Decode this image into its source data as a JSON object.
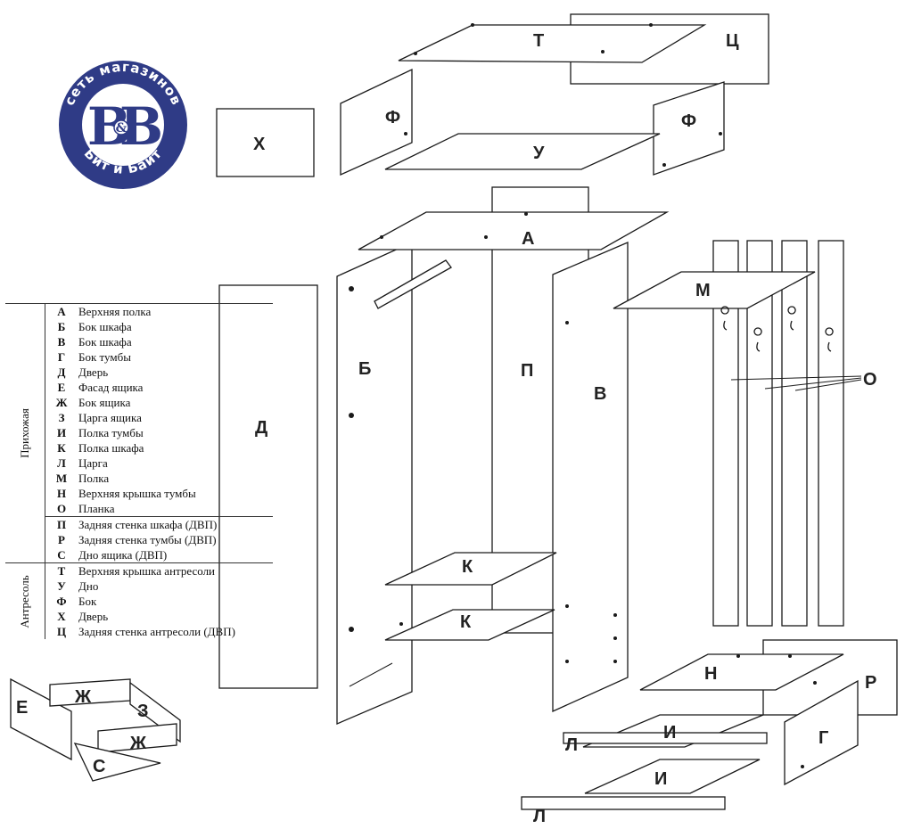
{
  "logo": {
    "ring_text": "сеть магазинов",
    "ring_text_bottom": "Бит и Байт",
    "initials": "B&B",
    "amp": "&",
    "color": "#2f3b86"
  },
  "part_labels": {
    "T": "Т",
    "C": "Ц",
    "F": "Ф",
    "X": "Х",
    "U": "У",
    "A": "А",
    "P": "П",
    "B": "Б",
    "V": "В",
    "D": "Д",
    "M": "М",
    "O": "О",
    "K": "К",
    "N": "Н",
    "R": "Р",
    "G": "Г",
    "I": "И",
    "L": "Л",
    "E": "Е",
    "ZH": "Ж",
    "Z": "З",
    "S": "С"
  },
  "legend": {
    "groups": [
      {
        "name": "Прихожая",
        "sections": [
          [
            {
              "code": "А",
              "name": "Верхняя полка"
            },
            {
              "code": "Б",
              "name": "Бок шкафа"
            },
            {
              "code": "В",
              "name": "Бок шкафа"
            },
            {
              "code": "Г",
              "name": "Бок тумбы"
            },
            {
              "code": "Д",
              "name": "Дверь"
            },
            {
              "code": "Е",
              "name": "Фасад ящика"
            },
            {
              "code": "Ж",
              "name": "Бок ящика"
            },
            {
              "code": "З",
              "name": "Царга ящика"
            },
            {
              "code": "И",
              "name": "Полка тумбы"
            },
            {
              "code": "К",
              "name": "Полка шкафа"
            },
            {
              "code": "Л",
              "name": "Царга"
            },
            {
              "code": "М",
              "name": "Полка"
            },
            {
              "code": "Н",
              "name": "Верхняя крышка тумбы"
            },
            {
              "code": "О",
              "name": "Планка"
            }
          ],
          [
            {
              "code": "П",
              "name": "Задняя стенка шкафа (ДВП)"
            },
            {
              "code": "Р",
              "name": "Задняя стенка тумбы (ДВП)"
            },
            {
              "code": "С",
              "name": "Дно ящика (ДВП)"
            }
          ]
        ]
      },
      {
        "name": "Антресоль",
        "sections": [
          [
            {
              "code": "Т",
              "name": "Верхняя крышка антресоли"
            },
            {
              "code": "У",
              "name": "Дно"
            },
            {
              "code": "Ф",
              "name": "Бок"
            },
            {
              "code": "Х",
              "name": "Дверь"
            },
            {
              "code": "Ц",
              "name": "Задняя стенка антресоли (ДВП)"
            }
          ]
        ]
      }
    ]
  }
}
